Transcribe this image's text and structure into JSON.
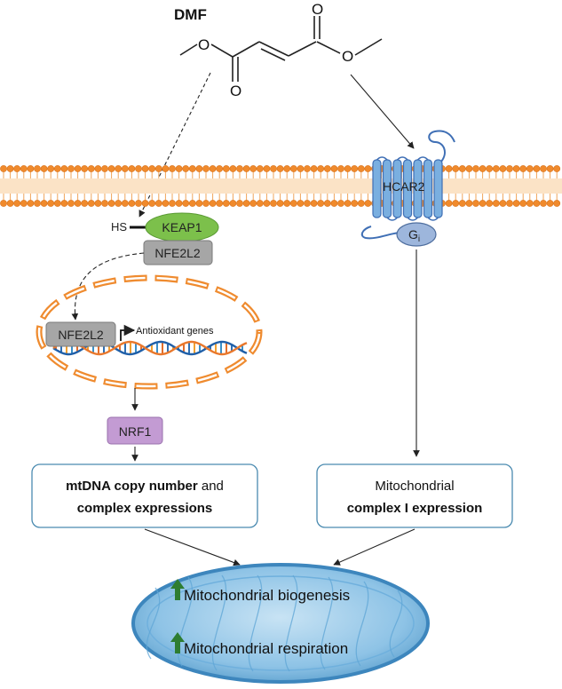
{
  "molecule": {
    "name": "DMF",
    "atom_o": "O"
  },
  "membrane": {
    "receptor": "HCAR2",
    "g_protein_main": "G",
    "g_protein_sub": "i"
  },
  "keap1": {
    "hs": "HS",
    "keap1": "KEAP1",
    "nfe2l2": "NFE2L2"
  },
  "nucleus": {
    "nfe2l2": "NFE2L2",
    "genes": "Antioxidant genes"
  },
  "nrf1": "NRF1",
  "box_left": {
    "line1_bold": "mtDNA copy number",
    "line1_rest": " and",
    "line2": "complex expressions"
  },
  "box_right": {
    "line1": "Mitochondrial",
    "line2": "complex I expression"
  },
  "mito": {
    "biogenesis": "Mitochondrial biogenesis",
    "respiration": "Mitochondrial respiration"
  },
  "colors": {
    "membrane": "#f0912e",
    "keap1": "#7cc04b",
    "nfe2l2": "#a6a6a6",
    "nrf1": "#c39bd3",
    "receptor": "#7aafe0",
    "mito": "#8fc4e6",
    "box_border": "#4a8ab0",
    "arrow_up": "#2e7d32"
  }
}
